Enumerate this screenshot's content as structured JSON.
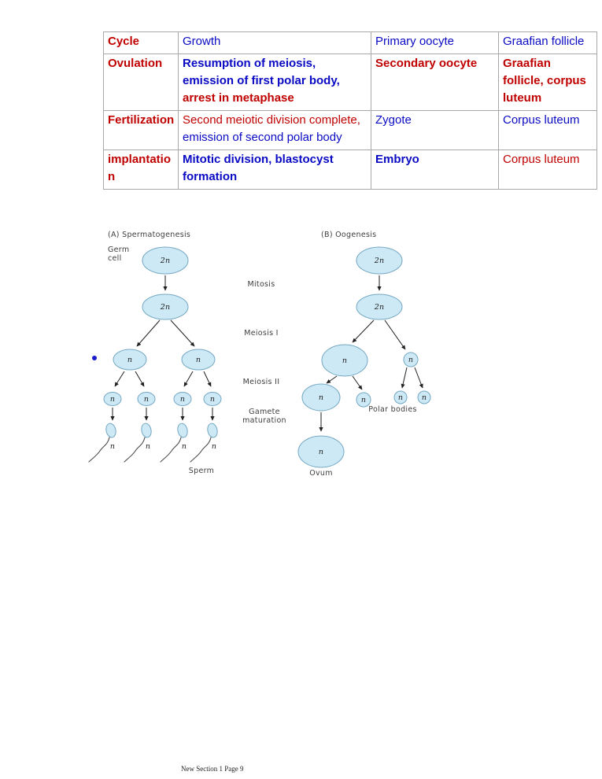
{
  "colors": {
    "red": "#c00000",
    "blue": "#0a0ac4",
    "cell-fill": "#cde9f6",
    "cell-stroke": "#73a7c2",
    "bullet": "#1a1acd"
  },
  "table": {
    "rows": [
      {
        "cells": [
          {
            "segments": [
              {
                "text": "Cycle",
                "color": "red",
                "bold": true
              }
            ]
          },
          {
            "segments": [
              {
                "text": "Growth",
                "color": "blue",
                "bold": false
              }
            ]
          },
          {
            "segments": [
              {
                "text": "Primary oocyte",
                "color": "blue",
                "bold": false
              }
            ]
          },
          {
            "segments": [
              {
                "text": "Graafian follicle",
                "color": "blue",
                "bold": false
              }
            ]
          }
        ]
      },
      {
        "cells": [
          {
            "segments": [
              {
                "text": "Ovulation",
                "color": "red",
                "bold": true
              }
            ]
          },
          {
            "segments": [
              {
                "text": "Resumption of meiosis, emission of first polar body, ",
                "color": "blue",
                "bold": true
              },
              {
                "text": "arrest in metaphase",
                "color": "red",
                "bold": true
              }
            ]
          },
          {
            "segments": [
              {
                "text": "Secondary oocyte",
                "color": "red",
                "bold": true
              }
            ]
          },
          {
            "segments": [
              {
                "text": "Graafian follicle, corpus luteum",
                "color": "red",
                "bold": true
              }
            ]
          }
        ]
      },
      {
        "cells": [
          {
            "segments": [
              {
                "text": "Fertilization",
                "color": "red",
                "bold": true
              }
            ]
          },
          {
            "segments": [
              {
                "text": "Second meiotic division complete, ",
                "color": "red",
                "bold": false
              },
              {
                "text": "emission of second polar body",
                "color": "blue",
                "bold": false
              }
            ]
          },
          {
            "segments": [
              {
                "text": "Zygote",
                "color": "blue",
                "bold": false
              }
            ]
          },
          {
            "segments": [
              {
                "text": "Corpus luteum",
                "color": "blue",
                "bold": false
              }
            ]
          }
        ]
      },
      {
        "cells": [
          {
            "segments": [
              {
                "text": "implantation",
                "color": "red",
                "bold": true
              }
            ]
          },
          {
            "segments": [
              {
                "text": "Mitotic division, blastocyst formation",
                "color": "blue",
                "bold": true
              }
            ]
          },
          {
            "segments": [
              {
                "text": "Embryo",
                "color": "blue",
                "bold": true
              }
            ]
          },
          {
            "segments": [
              {
                "text": "Corpus luteum",
                "color": "red",
                "bold": false
              }
            ]
          }
        ]
      }
    ]
  },
  "diagram": {
    "panel_a_title": "(A)  Spermatogenesis",
    "panel_b_title": "(B)  Oogenesis",
    "germ_cell_line1": "Germ",
    "germ_cell_line2": "cell",
    "stage_mitosis": "Mitosis",
    "stage_meiosis1": "Meiosis I",
    "stage_meiosis2": "Meiosis II",
    "stage_gamete_line1": "Gamete",
    "stage_gamete_line2": "maturation",
    "sperm_label": "Sperm",
    "ovum_label": "Ovum",
    "polar_bodies_label": "Polar bodies",
    "diploid": "2n",
    "haploid": "n"
  },
  "page": {
    "footer": "New Section 1 Page 9"
  }
}
